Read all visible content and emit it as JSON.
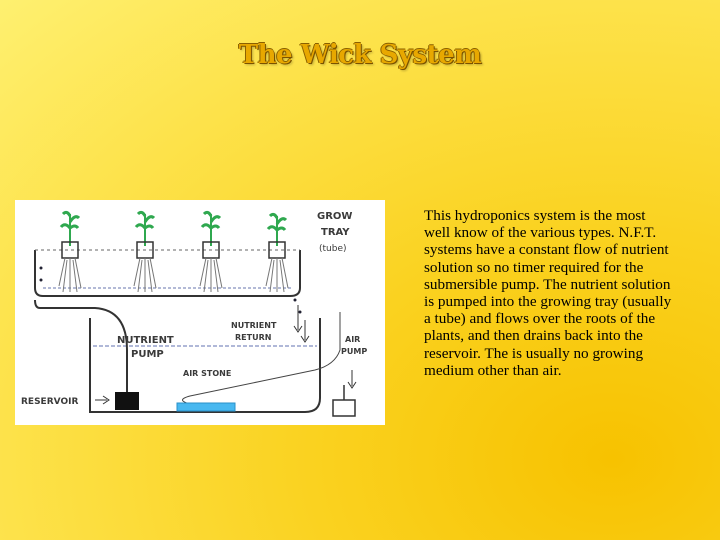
{
  "slide": {
    "title": "The Wick System",
    "description": "This hydroponics system is the most well know of the various types. N.F.T. systems have a constant flow of nutrient solution so no timer required for the submersible pump. The nutrient solution is pumped into the growing tray (usually a tube) and flows over the roots of the plants, and then drains back into the reservoir. The is usually no growing medium other than air."
  },
  "diagram": {
    "labels": {
      "grow": "GROW",
      "tray": "TRAY",
      "tube": "(tube)",
      "nutrient_return_1": "NUTRIENT",
      "nutrient_return_2": "RETURN",
      "nutrient_pump_1": "NUTRIENT",
      "nutrient_pump_2": "PUMP",
      "air_pump_1": "AIR",
      "air_pump_2": "PUMP",
      "air_stone": "AIR STONE",
      "reservoir": "RESERVOIR"
    },
    "colors": {
      "plant": "#2fa84f",
      "water": "#b0b8d8",
      "air_stone": "#48b8f0",
      "pump": "#111111"
    }
  }
}
